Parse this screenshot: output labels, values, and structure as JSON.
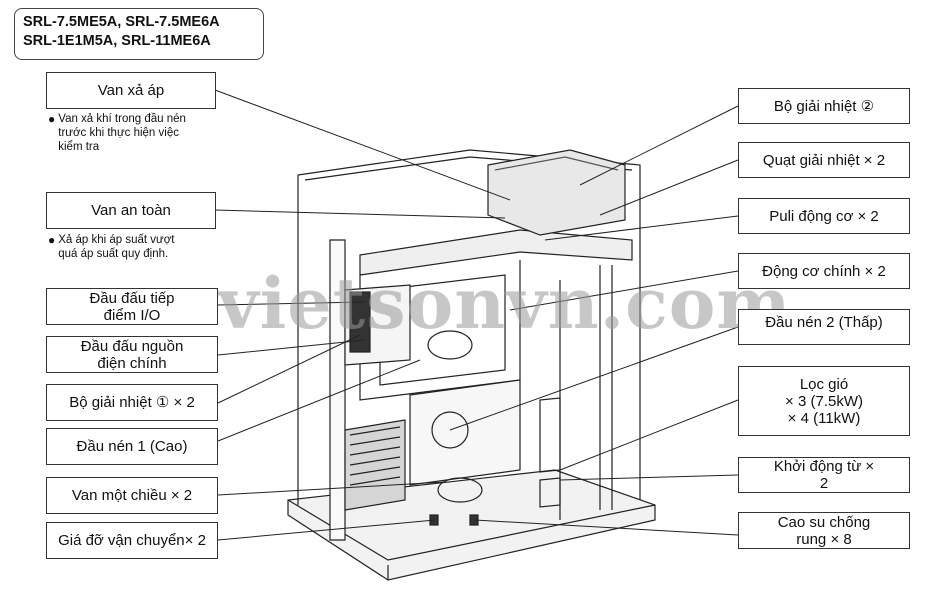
{
  "models": {
    "line1": "SRL-7.5ME5A, SRL-7.5ME6A",
    "line2": "SRL-1E1M5A, SRL-11ME6A"
  },
  "left_labels": [
    {
      "text": "Van xả áp"
    },
    {
      "text": "Van an toàn"
    },
    {
      "text": "Đầu đấu tiếp\nđiểm I/O"
    },
    {
      "text": "Đầu đấu nguồn\nđiện chính"
    },
    {
      "text": "Bộ giải nhiệt ① × 2"
    },
    {
      "text": "Đầu nén 1 (Cao)"
    },
    {
      "text": "Van một chiều × 2"
    },
    {
      "text": "Giá đỡ vận chuyển× 2"
    }
  ],
  "notes": [
    {
      "bullet": "●",
      "text": "Van xả khí trong đầu nén\ntrước khi thực hiện việc\nkiểm tra"
    },
    {
      "bullet": "●",
      "text": "Xả áp khi áp suất vượt\nquá áp suất quy định."
    }
  ],
  "right_labels": [
    {
      "text": "Bộ giải nhiệt ②"
    },
    {
      "text": "Quạt giải nhiệt × 2"
    },
    {
      "text": "Puli động cơ × 2"
    },
    {
      "text": "Động cơ chính × 2"
    },
    {
      "text": "Đầu nén 2 (Thấp)"
    },
    {
      "text": "Lọc gió\n× 3 (7.5kW)\n× 4 (11kW)"
    },
    {
      "text": "Khởi động từ ×\n2"
    },
    {
      "text": "Cao su chống\nrung × 8"
    }
  ],
  "watermark": "vietsonvn.com"
}
